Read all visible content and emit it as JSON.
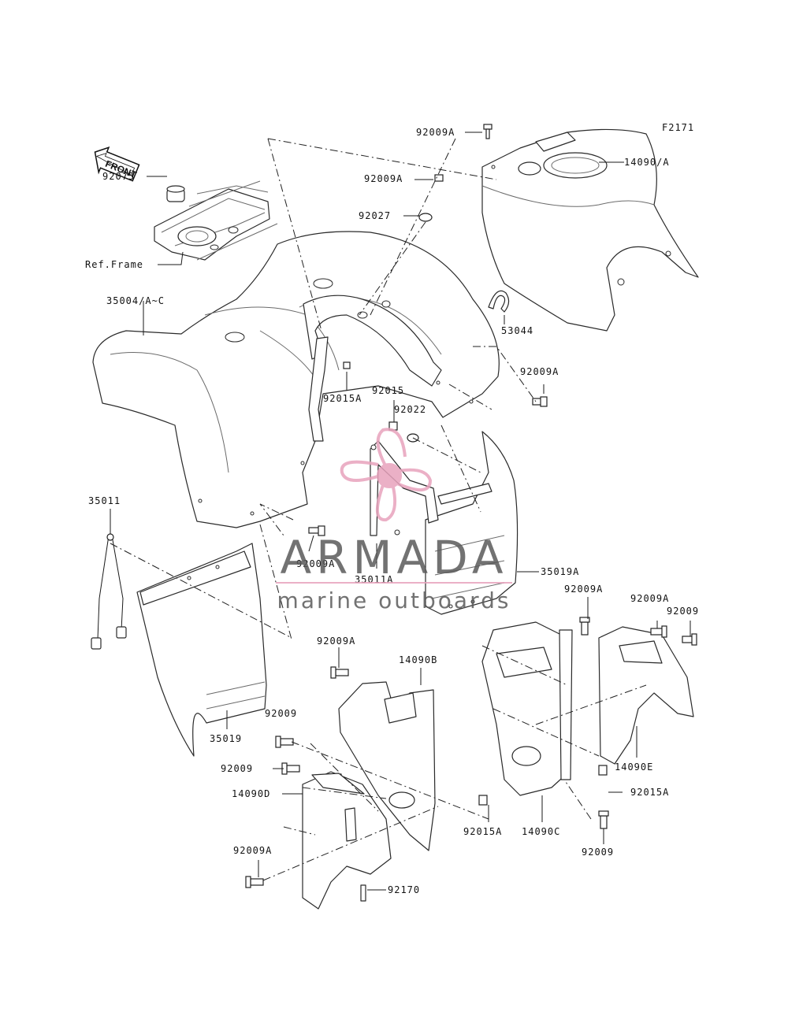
{
  "figure_code": "F2171",
  "front_label": "FRONT",
  "labels": {
    "p92009A_top": "92009A",
    "p14090_A": "14090/A",
    "p92009A_2": "92009A",
    "p92027": "92027",
    "p92075": "92075",
    "ref_frame": "Ref.Frame",
    "p35004": "35004/A~C",
    "p53044": "53044",
    "p92015A_a": "92015A",
    "p92015": "92015",
    "p92022": "92022",
    "p92009A_r": "92009A",
    "p35011": "35011",
    "p92009A_mid": "92009A",
    "p35011A": "35011A",
    "p35019A": "35019A",
    "p92009A_b1": "92009A",
    "p92009A_b2": "92009A",
    "p92009_b3": "92009",
    "p92009A_b4": "92009A",
    "p14090B": "14090B",
    "p92009_l1": "92009",
    "p35019": "35019",
    "p14090E": "14090E",
    "p92009_l2": "92009",
    "p14090D": "14090D",
    "p92015A_b": "92015A",
    "p92015A_c": "92015A",
    "p14090C": "14090C",
    "p92009A_l3": "92009A",
    "p92009_br": "92009",
    "p92170": "92170"
  },
  "watermark": {
    "brand": "ARMADA",
    "tagline": "marine outboards",
    "logo_color": "#e8a3bd",
    "text_color": "#5a5a5a"
  }
}
